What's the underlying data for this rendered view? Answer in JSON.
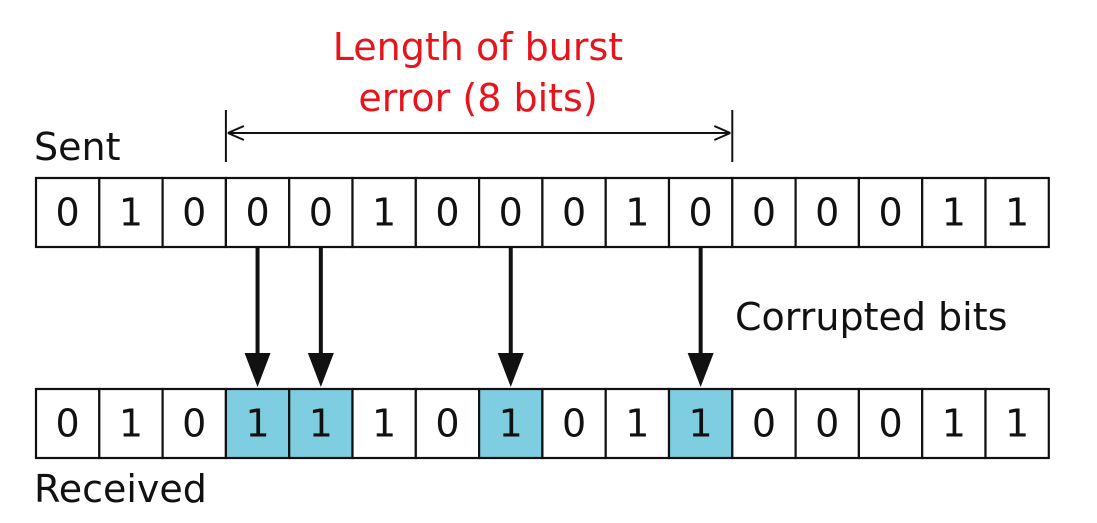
{
  "title": {
    "line1": "Length of burst",
    "line2": "error (8 bits)",
    "color": "#e8141c"
  },
  "labels": {
    "sent": "Sent",
    "received": "Received",
    "corrupted": "Corrupted bits"
  },
  "burst_length_bits": 8,
  "burst_start_index": 3,
  "corrupt_fill_color": "#7fcde0",
  "sent_bits": [
    "0",
    "1",
    "0",
    "0",
    "0",
    "1",
    "0",
    "0",
    "0",
    "1",
    "0",
    "0",
    "0",
    "0",
    "1",
    "1"
  ],
  "received_bits": [
    "0",
    "1",
    "0",
    "1",
    "1",
    "1",
    "0",
    "1",
    "0",
    "1",
    "1",
    "0",
    "0",
    "0",
    "1",
    "1"
  ],
  "corrupted_indices": [
    3,
    4,
    7,
    10
  ]
}
